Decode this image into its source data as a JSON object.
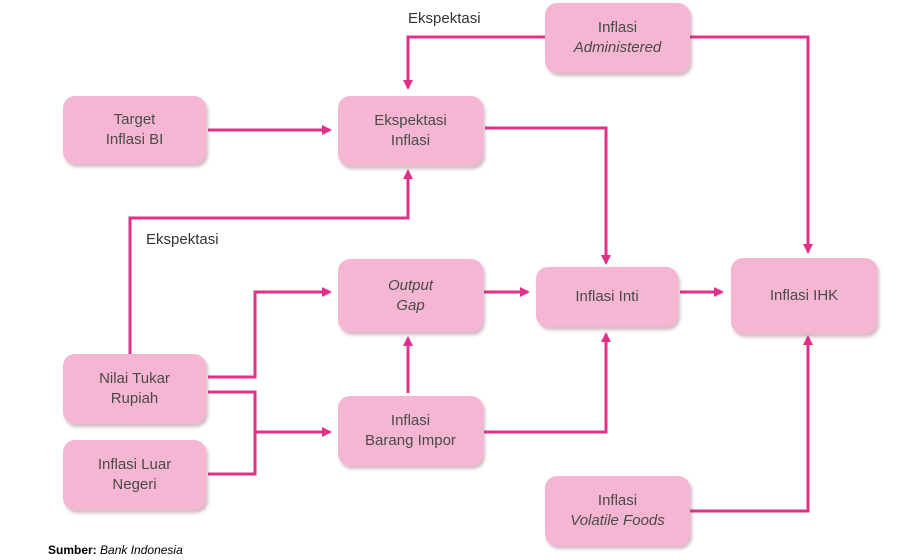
{
  "nodes": {
    "target": {
      "line1": "Target",
      "line2": "Inflasi BI"
    },
    "ekspektasi_inflasi": {
      "line1": "Ekspektasi",
      "line2": "Inflasi"
    },
    "administered": {
      "line1": "Inflasi",
      "line2": "Administered"
    },
    "output_gap": {
      "line1": "Output",
      "line2": "Gap"
    },
    "inti": {
      "line1": "Inflasi Inti"
    },
    "ihk": {
      "line1": "Inflasi IHK"
    },
    "nilai_tukar": {
      "line1": "Nilai Tukar",
      "line2": "Rupiah"
    },
    "luar_negeri": {
      "line1": "Inflasi Luar",
      "line2": "Negeri"
    },
    "barang_impor": {
      "line1": "Inflasi",
      "line2": "Barang Impor"
    },
    "volatile": {
      "line1": "Inflasi",
      "line2": "Volatile Foods"
    }
  },
  "labels": {
    "ekspektasi_top": "Ekspektasi",
    "ekspektasi_left": "Ekspektasi"
  },
  "source": {
    "prefix": "Sumber:",
    "name": "Bank Indonesia"
  },
  "colors": {
    "node_fill": "#f5b6d4",
    "arrow": "#e0318a"
  }
}
